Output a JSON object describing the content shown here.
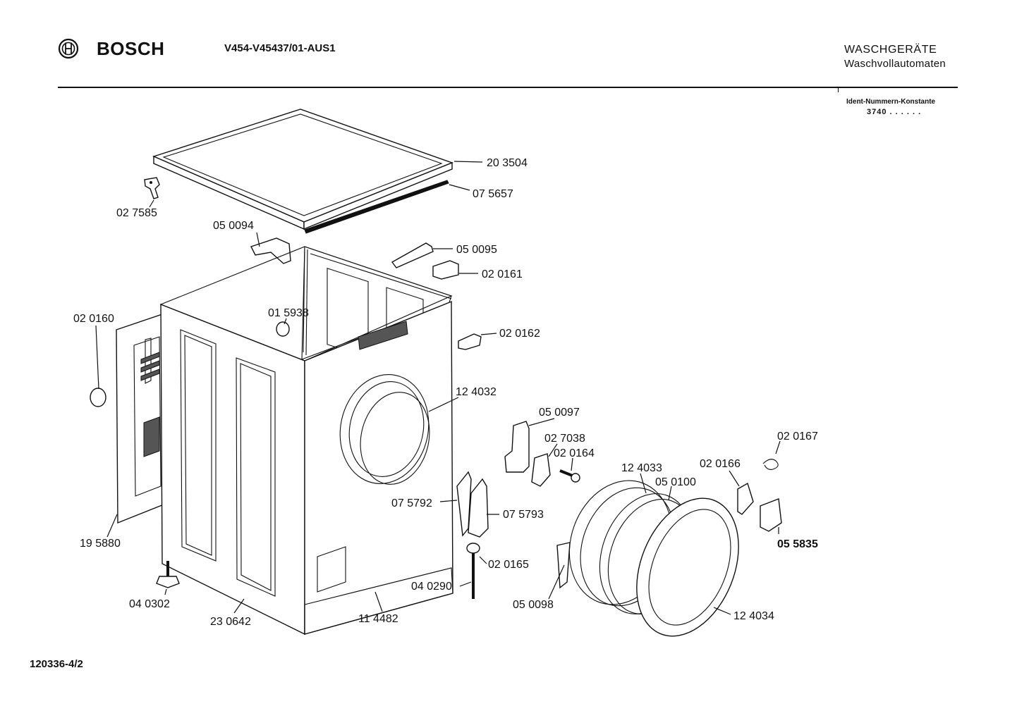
{
  "header": {
    "brand": "BOSCH",
    "model": "V454-V45437/01-AUS1",
    "category_line1": "WASCHGERÄTE",
    "category_line2": "Waschvollautomaten",
    "ident_label": "Ident-Nummern-Konstante",
    "ident_value": "3740  . .  . . . ."
  },
  "footer": {
    "document_number": "120336-4/2"
  },
  "parts": [
    {
      "id": "p203504",
      "number": "20 3504"
    },
    {
      "id": "p075657",
      "number": "07 5657"
    },
    {
      "id": "p027585",
      "number": "02 7585"
    },
    {
      "id": "p050094",
      "number": "05 0094"
    },
    {
      "id": "p050095",
      "number": "05 0095"
    },
    {
      "id": "p020161",
      "number": "02 0161"
    },
    {
      "id": "p020160",
      "number": "02 0160"
    },
    {
      "id": "p015938",
      "number": "01 5938"
    },
    {
      "id": "p020162",
      "number": "02 0162"
    },
    {
      "id": "p124032",
      "number": "12 4032"
    },
    {
      "id": "p050097",
      "number": "05 0097"
    },
    {
      "id": "p027038",
      "number": "02 7038"
    },
    {
      "id": "p020164",
      "number": "02 0164"
    },
    {
      "id": "p020167",
      "number": "02 0167"
    },
    {
      "id": "p124033",
      "number": "12 4033"
    },
    {
      "id": "p020166",
      "number": "02 0166"
    },
    {
      "id": "p050100",
      "number": "05 0100"
    },
    {
      "id": "p075792",
      "number": "07 5792"
    },
    {
      "id": "p075793",
      "number": "07 5793"
    },
    {
      "id": "p055835",
      "number": "05 5835"
    },
    {
      "id": "p195880",
      "number": "19 5880"
    },
    {
      "id": "p020165",
      "number": "02 0165"
    },
    {
      "id": "p040290",
      "number": "04 0290"
    },
    {
      "id": "p050098",
      "number": "05 0098"
    },
    {
      "id": "p040302",
      "number": "04 0302"
    },
    {
      "id": "p230642",
      "number": "23 0642"
    },
    {
      "id": "p114482",
      "number": "11 4482"
    },
    {
      "id": "p124034",
      "number": "12 4034"
    }
  ]
}
